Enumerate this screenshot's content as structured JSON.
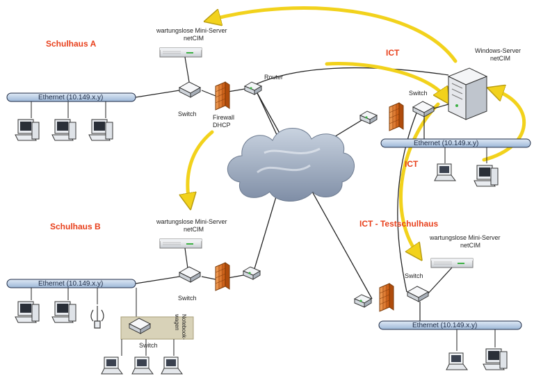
{
  "sites": {
    "a": {
      "title": "Schulhaus A",
      "server_line1": "wartungslose Mini-Server",
      "server_line2": "netCIM",
      "ethernet": "Ethernet (10.149.x.y)",
      "switch": "Switch",
      "firewall_line1": "Firewall",
      "firewall_line2": "DHCP",
      "router": "Router"
    },
    "b": {
      "title": "Schulhaus B",
      "server_line1": "wartungslose Mini-Server",
      "server_line2": "netCIM",
      "ethernet": "Ethernet (10.149.x.y)",
      "switch": "Switch",
      "switch2": "Switch",
      "cart_line1": "Notebook-",
      "cart_line2": "wagen"
    },
    "ict": {
      "title": "ICT",
      "server_line1": "Windows-Server",
      "server_line2": "netCIM",
      "ethernet": "Ethernet (10.149.x.y)",
      "switch": "Switch",
      "ict_label_top": "ICT",
      "ict_label_mid": "ICT"
    },
    "test": {
      "title": "ICT - Testschulhaus",
      "server_line1": "wartungslose Mini-Server",
      "server_line2": "netCIM",
      "ethernet": "Ethernet (10.149.x.y)",
      "switch": "Switch"
    }
  },
  "colors": {
    "site_title": "#e8401c",
    "ethernet_bar": "#b9cde4",
    "arrow": "#f2d21c",
    "firewall": "#e4761c",
    "cloud": "#8d9db3"
  },
  "icons": {
    "server": "rack-server-icon",
    "tower": "tower-server-icon",
    "switch": "switch-icon",
    "router": "router-icon",
    "firewall": "firewall-icon",
    "desktop": "desktop-pc-icon",
    "laptop": "laptop-icon",
    "wifi": "wireless-antenna-icon",
    "cloud": "internet-cloud-icon"
  }
}
